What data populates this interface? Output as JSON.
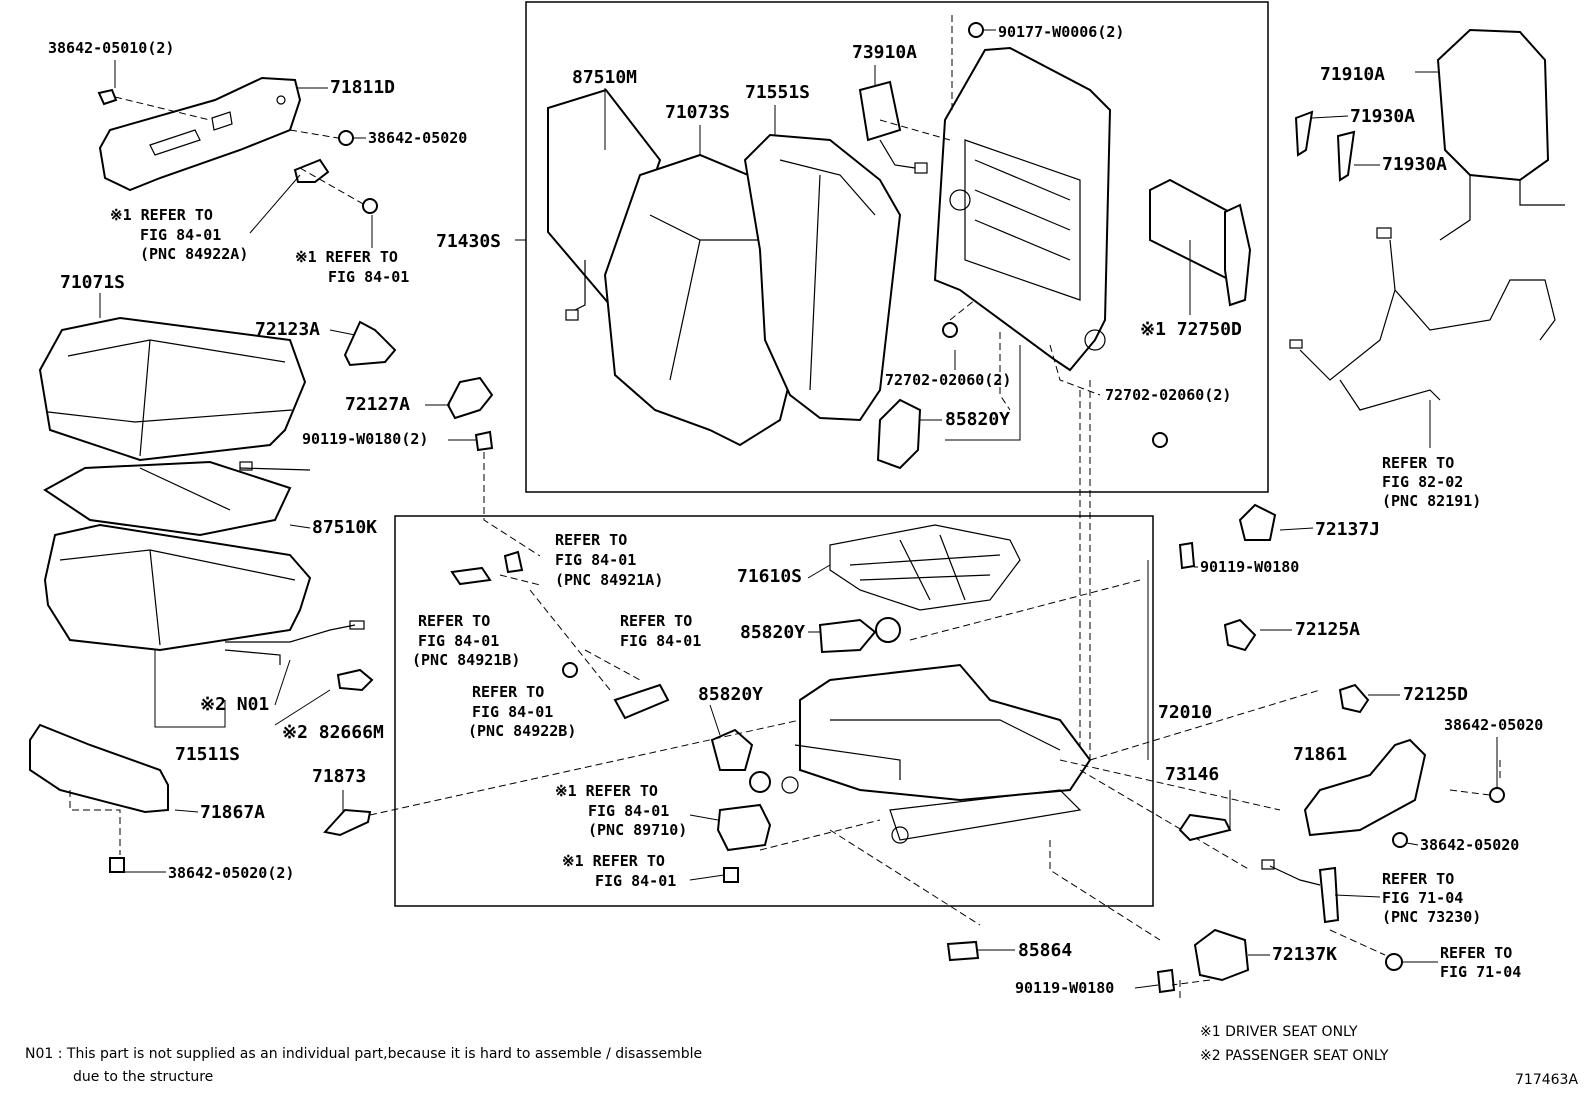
{
  "labels": {
    "p38642_05010_2": "38642-05010(2)",
    "p71811D": "71811D",
    "p38642_05020_a": "38642-05020",
    "ref_84922A_1": "※1 REFER TO",
    "ref_84922A_2": "FIG 84-01",
    "ref_84922A_3": "(PNC 84922A)",
    "ref_8401_top_1": "※1 REFER TO",
    "ref_8401_top_2": "FIG 84-01",
    "p71071S": "71071S",
    "p72123A": "72123A",
    "p72127A": "72127A",
    "p90119_W0180_2": "90119-W0180(2)",
    "p87510K": "87510K",
    "p_N01": "※2 N01",
    "p71511S": "71511S",
    "p82666M": "※2 82666M",
    "p71867A": "71867A",
    "p38642_05020_2": "38642-05020(2)",
    "p71873": "71873",
    "p87510M": "87510M",
    "p71073S": "71073S",
    "p71551S": "71551S",
    "p73910A": "73910A",
    "p90177_W0006_2": "90177-W0006(2)",
    "p71430S": "71430S",
    "p72750D": "※1 72750D",
    "p72702_02060_2a": "72702-02060(2)",
    "p72702_02060_2b": "72702-02060(2)",
    "p85820Y_a": "85820Y",
    "p71910A": "71910A",
    "p71930A_a": "71930A",
    "p71930A_b": "71930A",
    "ref_82191_1": "REFER TO",
    "ref_82191_2": "FIG 82-02",
    "ref_82191_3": "(PNC 82191)",
    "ref_84921A_1": "REFER TO",
    "ref_84921A_2": "FIG 84-01",
    "ref_84921A_3": "(PNC 84921A)",
    "p71610S": "71610S",
    "ref_84921B_1": "REFER TO",
    "ref_84921B_2": "FIG 84-01",
    "ref_84921B_3": "(PNC 84921B)",
    "ref_8401_mid_1": "REFER TO",
    "ref_8401_mid_2": "FIG 84-01",
    "p85820Y_b": "85820Y",
    "ref_84922B_1": "REFER TO",
    "ref_84922B_2": "FIG 84-01",
    "ref_84922B_3": "(PNC 84922B)",
    "p85820Y_c": "85820Y",
    "ref_89710_1": "※1 REFER TO",
    "ref_89710_2": "FIG 84-01",
    "ref_89710_3": "(PNC 89710)",
    "ref_8401_bot_1": "※1 REFER TO",
    "ref_8401_bot_2": "FIG 84-01",
    "p72010": "72010",
    "p72137J": "72137J",
    "p90119_W0180_a": "90119-W0180",
    "p72125A": "72125A",
    "p72125D": "72125D",
    "p38642_05020_b": "38642-05020",
    "p71861": "71861",
    "p73146": "73146",
    "p38642_05020_c": "38642-05020",
    "ref_73230_1": "REFER TO",
    "ref_73230_2": "FIG 71-04",
    "ref_73230_3": "(PNC 73230)",
    "p85864": "85864",
    "p72137K": "72137K",
    "ref_7104_1": "REFER TO",
    "ref_7104_2": "FIG 71-04",
    "p90119_W0180_b": "90119-W0180"
  },
  "notes": {
    "n01_line1": "N01 : This part is not supplied as an individual part,because it is hard to assemble / disassemble",
    "n01_line2": "due to the structure",
    "legend_1": "※1  DRIVER SEAT  ONLY",
    "legend_2": "※2  PASSENGER SEAT  ONLY",
    "figure_id": "717463A"
  }
}
